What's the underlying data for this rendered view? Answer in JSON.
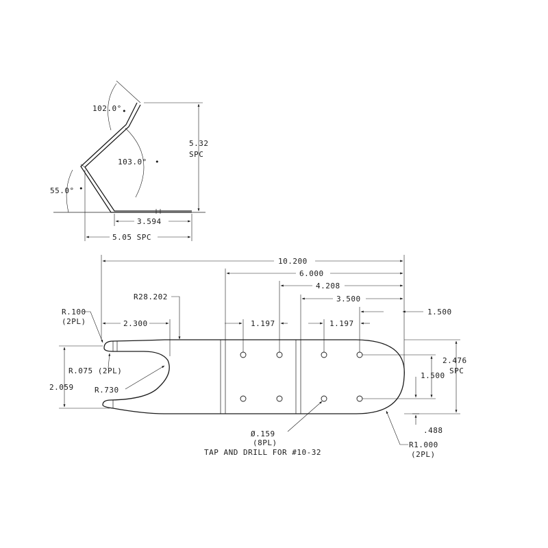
{
  "side_view": {
    "angle_top": "102.0°",
    "angle_middle": "103.0°",
    "angle_left": "55.0°",
    "height_dim": "5.32",
    "height_note": "SPC",
    "base_dim": "3.594",
    "overall_dim": "5.05 SPC"
  },
  "flat_pattern": {
    "overall_length": "10.200",
    "dim_6000": "6.000",
    "dim_4208": "4.208",
    "dim_3500": "3.500",
    "dim_1500_top": "1.500",
    "dim_2300": "2.300",
    "dim_1197_a": "1.197",
    "dim_1197_b": "1.197",
    "radius_large": "R28.202",
    "radius_tip": "R.100",
    "radius_tip_note": "(2PL)",
    "radius_inner": "R.075 (2PL)",
    "radius_slot": "R.730",
    "slot_width": "2.059",
    "width_dim": "2.476",
    "width_note": "SPC",
    "hole_spacing": "1.500",
    "edge_offset": ".488",
    "radius_end": "R1.000",
    "radius_end_note": "(2PL)",
    "hole_callout": "Ø.159",
    "hole_count": "(8PL)",
    "hole_note": "TAP AND DRILL FOR #10-32"
  }
}
